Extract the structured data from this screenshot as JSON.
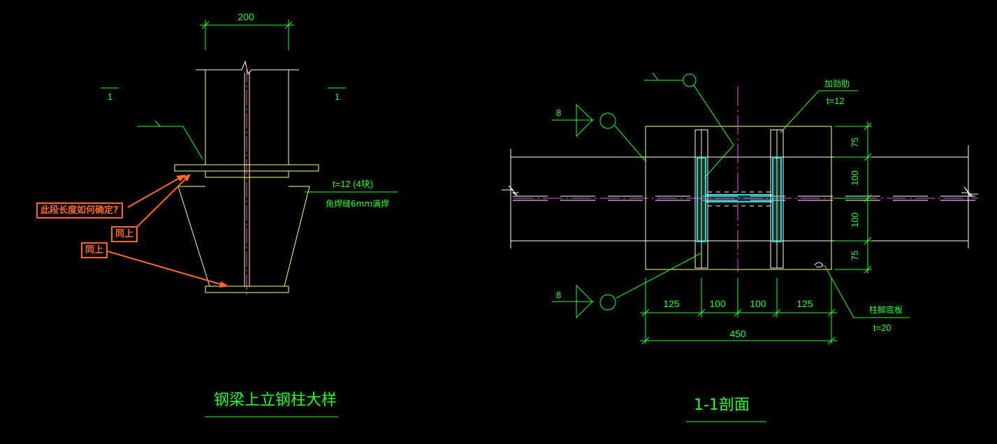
{
  "colors": {
    "background": "#000000",
    "yellow": "#ffff7f",
    "green": "#28ff28",
    "cyan": "#2ad8d8",
    "magenta": "#ff40ff",
    "white": "#ffffff",
    "orange": "#ff6a2a"
  },
  "left_detail": {
    "title": "钢梁上立钢柱大样",
    "width_dim": "200",
    "section_mark_left": "1",
    "section_mark_right": "1",
    "stiffener_note": "t=12  (4块)",
    "weld_note": "角焊缝6mm满焊",
    "callouts": {
      "question": "此段长度如何确定?",
      "same1": "同上",
      "same2": "同上"
    }
  },
  "right_section": {
    "title": "1-1剖面",
    "stiffener_label": "加劲肋",
    "stiffener_t": "t=12",
    "base_plate_label": "柱脚底板",
    "base_plate_t": "t=20",
    "weld_size_top": "8",
    "weld_size_bottom": "8",
    "dims_horizontal": [
      "125",
      "100",
      "100",
      "125"
    ],
    "dim_total": "450",
    "dims_vertical": [
      "75",
      "100",
      "100",
      "75"
    ]
  }
}
